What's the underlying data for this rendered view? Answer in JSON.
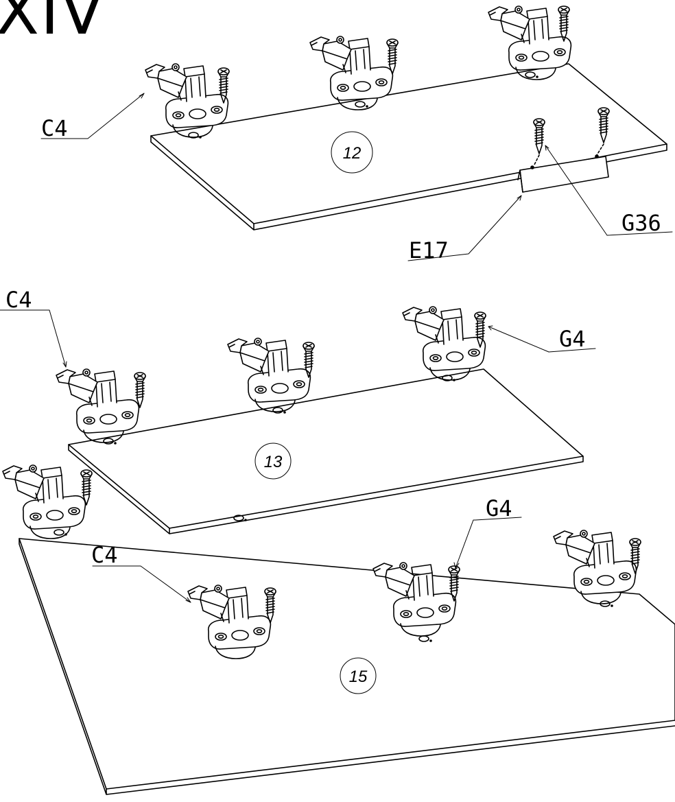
{
  "step": {
    "title": "XIV"
  },
  "panels": [
    {
      "number": "12"
    },
    {
      "number": "13"
    },
    {
      "number": "15"
    }
  ],
  "callouts": {
    "c4_top": "C4",
    "e17": "E17",
    "g36": "G36",
    "c4_mid": "C4",
    "g4_mid": "G4",
    "c4_bot": "C4",
    "g4_bot": "G4"
  }
}
